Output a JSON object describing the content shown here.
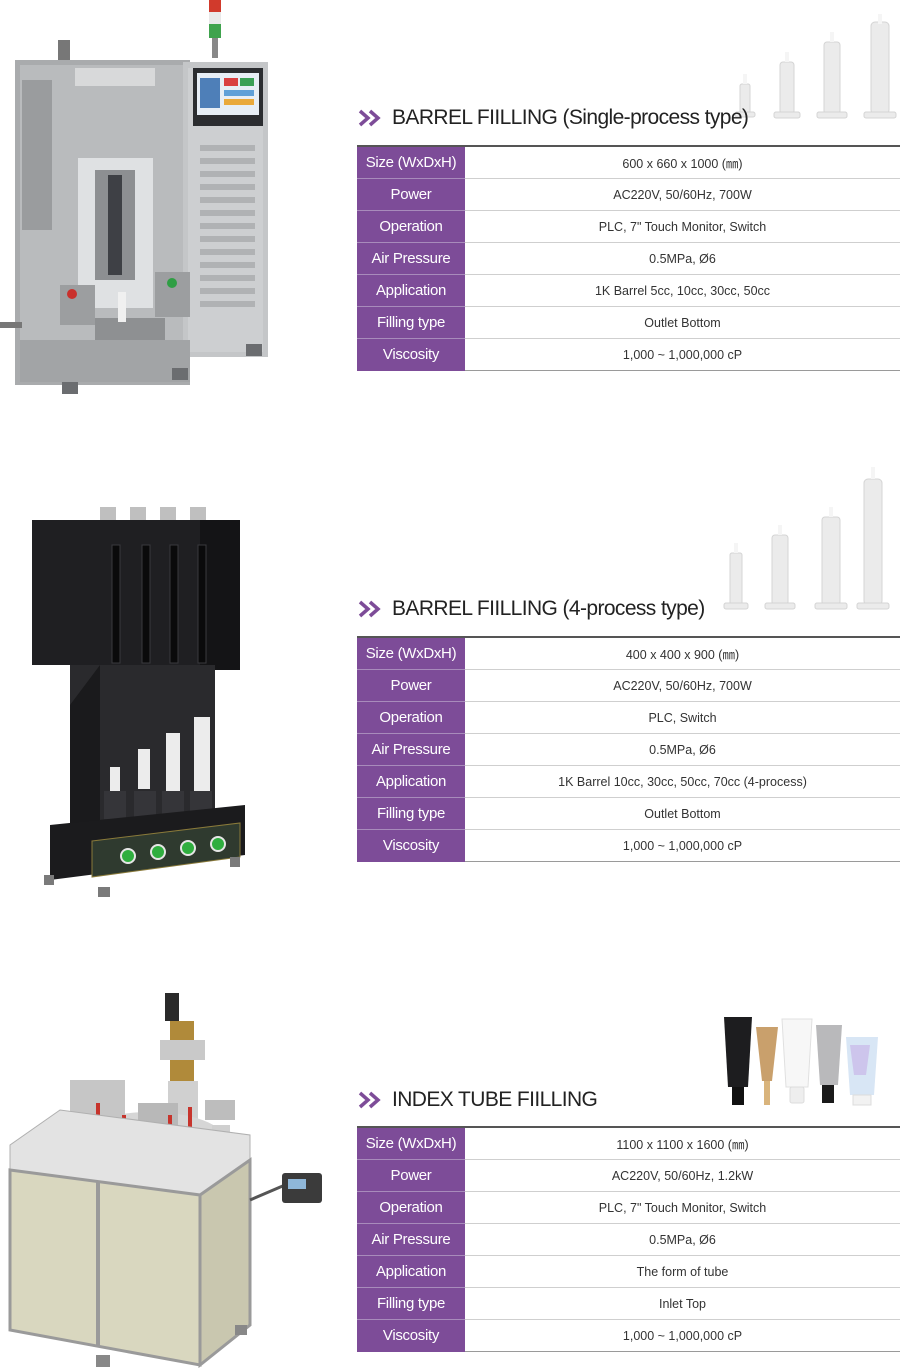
{
  "products": [
    {
      "title": "BARREL FIILLING (Single-process type)",
      "specs": [
        {
          "label": "Size (WxDxH)",
          "value": "600 x 660 x 1000 (㎜)"
        },
        {
          "label": "Power",
          "value": "AC220V, 50/60Hz, 700W"
        },
        {
          "label": "Operation",
          "value": "PLC, 7\" Touch Monitor, Switch"
        },
        {
          "label": "Air Pressure",
          "value": "0.5MPa, Ø6"
        },
        {
          "label": "Application",
          "value": "1K Barrel 5cc, 10cc, 30cc, 50cc"
        },
        {
          "label": "Filling type",
          "value": "Outlet Bottom"
        },
        {
          "label": "Viscosity",
          "value": "1,000 ~ 1,000,000 cP"
        }
      ]
    },
    {
      "title": "BARREL FIILLING (4-process type)",
      "specs": [
        {
          "label": "Size (WxDxH)",
          "value": "400 x 400 x 900 (㎜)"
        },
        {
          "label": "Power",
          "value": "AC220V, 50/60Hz, 700W"
        },
        {
          "label": "Operation",
          "value": "PLC, Switch"
        },
        {
          "label": "Air Pressure",
          "value": "0.5MPa, Ø6"
        },
        {
          "label": "Application",
          "value": "1K Barrel 10cc, 30cc, 50cc, 70cc  (4-process)"
        },
        {
          "label": "Filling type",
          "value": "Outlet Bottom"
        },
        {
          "label": "Viscosity",
          "value": "1,000 ~ 1,000,000 cP"
        }
      ]
    },
    {
      "title": "INDEX TUBE FIILLING",
      "specs": [
        {
          "label": "Size (WxDxH)",
          "value": "1100 x 1100 x 1600 (㎜)"
        },
        {
          "label": "Power",
          "value": "AC220V, 50/60Hz, 1.2kW"
        },
        {
          "label": "Operation",
          "value": "PLC, 7\" Touch Monitor, Switch"
        },
        {
          "label": "Air Pressure",
          "value": "0.5MPa, Ø6"
        },
        {
          "label": "Application",
          "value": "The form of tube"
        },
        {
          "label": "Filling type",
          "value": "Inlet Top"
        },
        {
          "label": "Viscosity",
          "value": "1,000 ~ 1,000,000 cP"
        }
      ]
    }
  ],
  "colors": {
    "accent": "#7d4c98",
    "text": "#333333",
    "rule": "#555555"
  }
}
